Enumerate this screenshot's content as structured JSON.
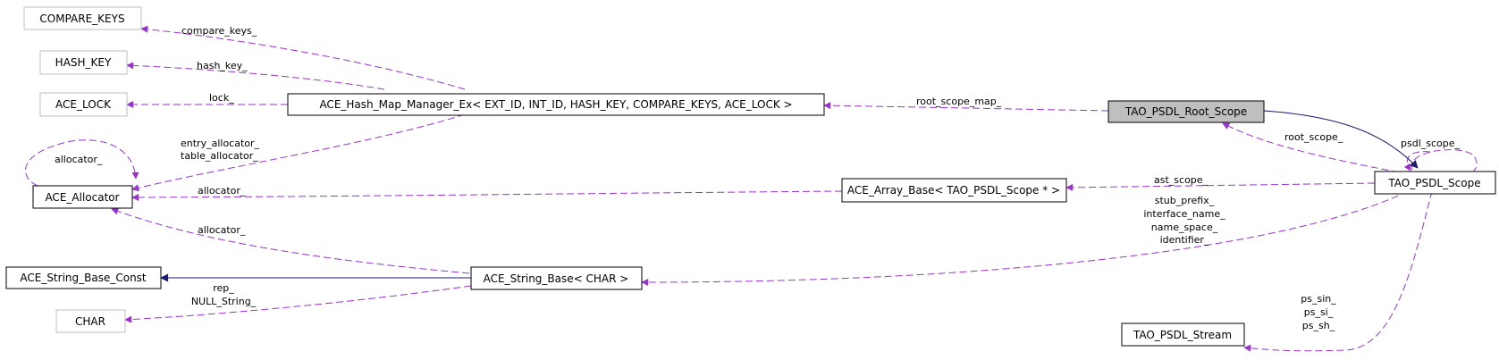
{
  "colors": {
    "use_edge": "#9a32cd",
    "inherit_edge": "#191970",
    "node_border": "#000000",
    "external_border": "#bfbfbf",
    "highlight_fill": "#bfbfbf"
  },
  "nodes": {
    "compare_keys": {
      "label": "COMPARE_KEYS"
    },
    "hash_key": {
      "label": "HASH_KEY"
    },
    "ace_lock": {
      "label": "ACE_LOCK"
    },
    "hash_map_manager": {
      "label": "ACE_Hash_Map_Manager_Ex< EXT_ID, INT_ID, HASH_KEY, COMPARE_KEYS, ACE_LOCK >"
    },
    "root_scope": {
      "label": "TAO_PSDL_Root_Scope"
    },
    "psdl_scope": {
      "label": "TAO_PSDL_Scope"
    },
    "ace_allocator": {
      "label": "ACE_Allocator"
    },
    "array_base": {
      "label": "ACE_Array_Base< TAO_PSDL_Scope * >"
    },
    "string_base_const": {
      "label": "ACE_String_Base_Const"
    },
    "string_base": {
      "label": "ACE_String_Base< CHAR >"
    },
    "char": {
      "label": "CHAR"
    },
    "psdl_stream": {
      "label": "TAO_PSDL_Stream"
    }
  },
  "edge_labels": {
    "compare_keys": "compare_keys_",
    "hash_key": "hash_key_",
    "lock": "lock_",
    "entry_allocator": "entry_allocator_",
    "table_allocator": "table_allocator_",
    "allocator_self": "allocator_",
    "allocator_array": "allocator_",
    "allocator_string": "allocator_",
    "root_scope_map": "root_scope_map_",
    "root_scope": "root_scope_",
    "psdl_scope": "psdl_scope_",
    "ast_scope": "ast_scope_",
    "stub_prefix": "stub_prefix_",
    "interface_name": "interface_name_",
    "name_space": "name_space_",
    "identifier": "identifier_",
    "rep": "rep_",
    "null_string": "NULL_String_",
    "ps_sin": "ps_sin_",
    "ps_si": "ps_si_",
    "ps_sh": "ps_sh_"
  }
}
